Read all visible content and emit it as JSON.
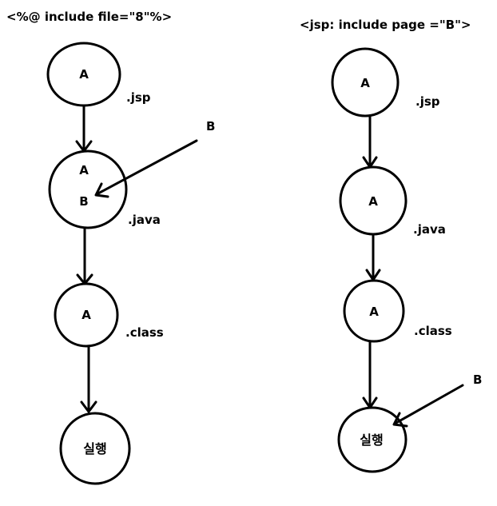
{
  "left": {
    "title": "<%@ include file=\"8\"%>",
    "jsp_node": "A",
    "jsp_ext": ".jsp",
    "java_node_top": "A",
    "java_node_bottom": "B",
    "java_ext": ".java",
    "class_node": "A",
    "class_ext": ".class",
    "run_node": "실행",
    "inject_label": "B"
  },
  "right": {
    "title": "<jsp: include page =\"B\">",
    "jsp_node": "A",
    "jsp_ext": ".jsp",
    "java_node": "A",
    "java_ext": ".java",
    "class_node": "A",
    "class_ext": ".class",
    "run_node": "실행",
    "inject_label": "B"
  },
  "colors": {
    "ink": "#000000",
    "background": "#ffffff"
  }
}
